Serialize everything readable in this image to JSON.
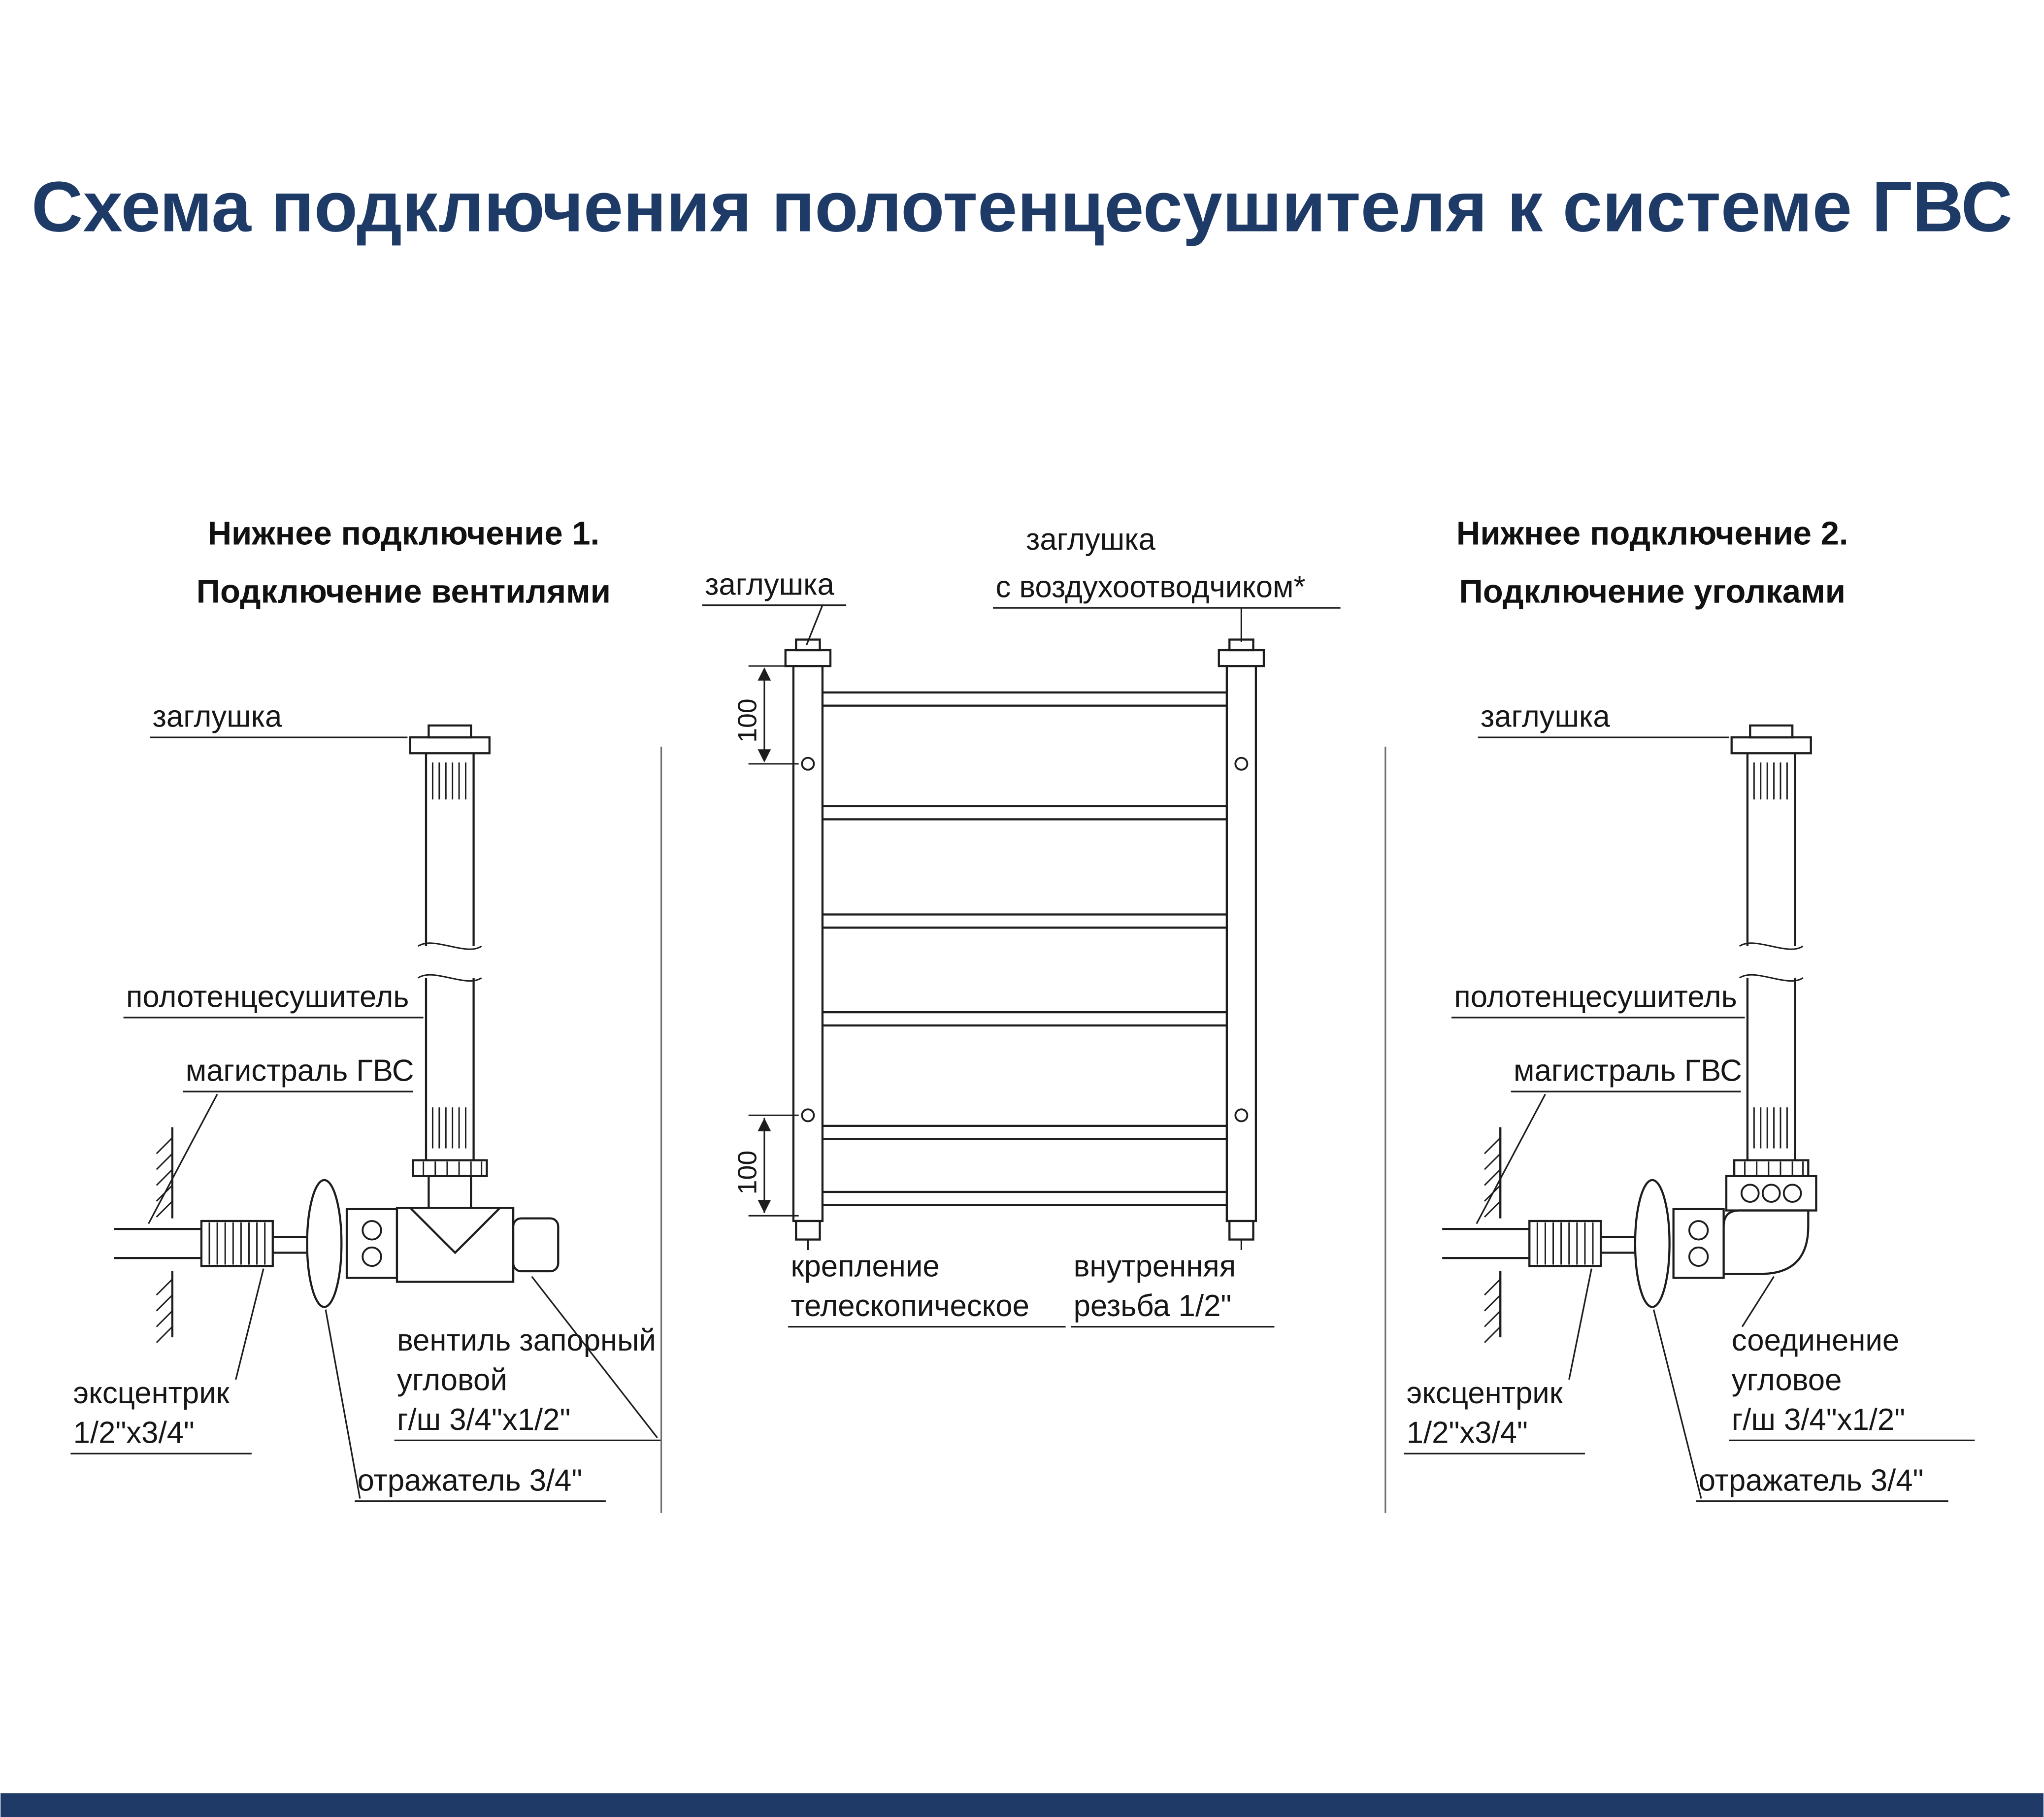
{
  "page": {
    "title": "Схема подключения полотенцесушителя к системе ГВС",
    "accent_color": "#1F3864"
  },
  "left": {
    "heading1": "Нижнее подключение 1.",
    "heading2": "Подключение вентилями",
    "cap": "заглушка",
    "towel_rail": "полотенцесушитель",
    "hws_main": "магистраль ГВС",
    "eccentric1": "эксцентрик",
    "eccentric2": "1/2\"x3/4\"",
    "valve1": "вентиль запорный",
    "valve2": "угловой",
    "valve3": "г/ш 3/4\"x1/2\"",
    "reflector": "отражатель 3/4\""
  },
  "center": {
    "cap_left": "заглушка",
    "cap_right1": "заглушка",
    "cap_right2": "с воздухоотводчиком*",
    "dim_top": "100",
    "dim_bottom": "100",
    "mount1": "крепление",
    "mount2": "телескопическое",
    "thread1": "внутренняя",
    "thread2": "резьба 1/2\""
  },
  "right": {
    "heading1": "Нижнее подключение 2.",
    "heading2": "Подключение уголками",
    "cap": "заглушка",
    "towel_rail": "полотенцесушитель",
    "hws_main": "магистраль ГВС",
    "eccentric1": "эксцентрик",
    "eccentric2": "1/2\"x3/4\"",
    "elbow1": "соединение",
    "elbow2": "угловое",
    "elbow3": "г/ш 3/4\"x1/2\"",
    "reflector": "отражатель 3/4\""
  }
}
